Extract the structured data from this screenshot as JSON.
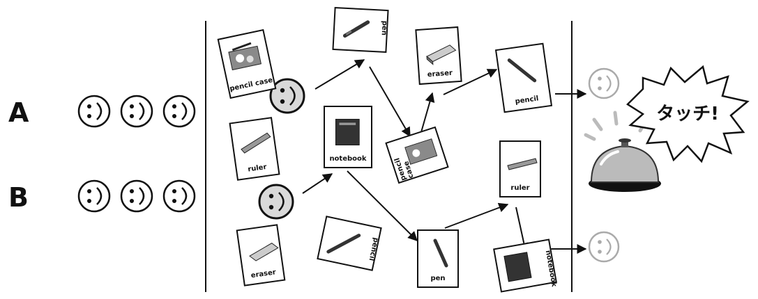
{
  "teams": [
    {
      "label": "A"
    },
    {
      "label": "B"
    }
  ],
  "cards": {
    "pencil_case": "pencil case",
    "pen": "pen",
    "eraser": "eraser",
    "pencil": "pencil",
    "ruler": "ruler",
    "notebook": "notebook"
  },
  "touch": "タッチ!",
  "icons": [
    "smiley-face-icon",
    "arrow-icon",
    "bell-icon",
    "burst-icon"
  ],
  "colors": {
    "line": "#111111",
    "face_gray": "#d9d9d9",
    "face_light": "#aaaaaa",
    "bell_dark": "#222222"
  }
}
